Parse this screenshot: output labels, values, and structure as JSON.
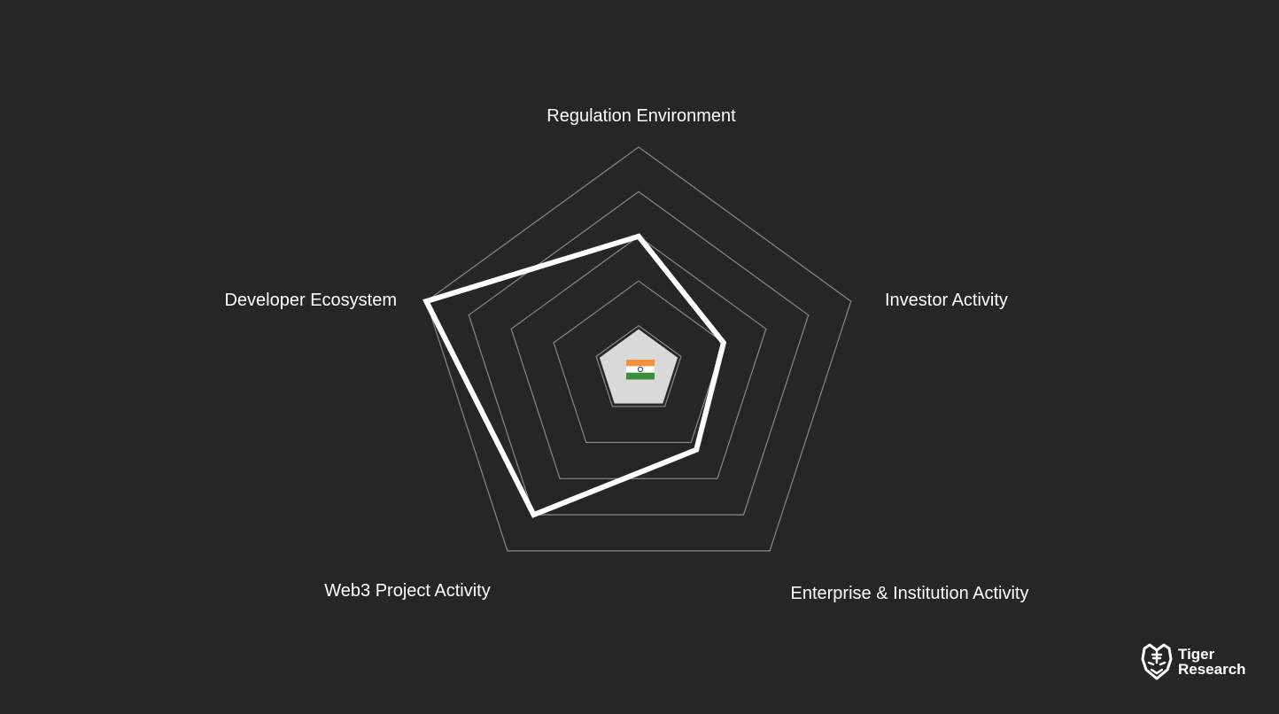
{
  "chart_data": {
    "type": "radar",
    "title": "",
    "axes": [
      "Regulation Environment",
      "Investor Activity",
      "Enterprise & Institution Activity",
      "Web3 Project Activity",
      "Developer Ecosystem"
    ],
    "levels": [
      1,
      2,
      3,
      4,
      5
    ],
    "max": 5,
    "series": [
      {
        "values": [
          3,
          2,
          2.2,
          4,
          5
        ]
      }
    ],
    "center_icon": "india-flag",
    "center_fill": "#d9d9d9",
    "grid_color": "#8a8a8a",
    "series_color": "#ffffff",
    "background": "#262626"
  },
  "logo": {
    "line1": "Tiger",
    "line2": "Research",
    "icon": "tiger-head-icon"
  }
}
